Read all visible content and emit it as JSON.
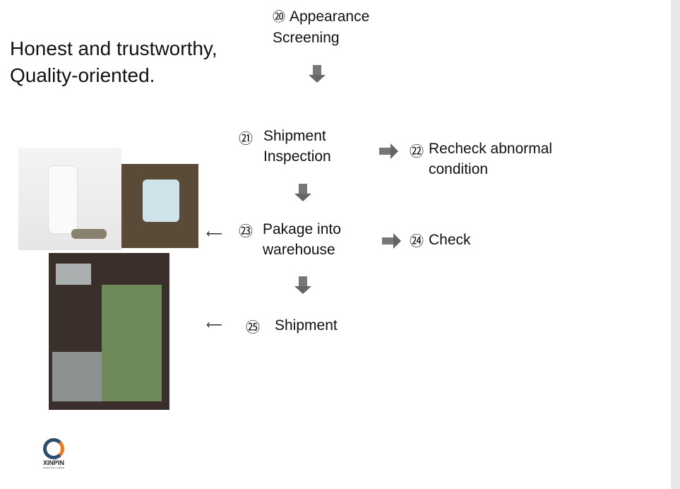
{
  "slogan": {
    "line1": "Honest and trustworthy,",
    "line2": "Quality-oriented."
  },
  "steps": [
    {
      "num": "⑳",
      "line1": "Appearance",
      "line2": "Screening"
    },
    {
      "num": "㉑",
      "line1": "Shipment",
      "line2": "Inspection"
    },
    {
      "num": "㉒",
      "line1": "Recheck abnormal",
      "line2": "condition"
    },
    {
      "num": "㉓",
      "line1": "Pakage into",
      "line2": "warehouse"
    },
    {
      "num": "㉔",
      "line1": "Check"
    },
    {
      "num": "㉕",
      "line1": "Shipment"
    }
  ],
  "arrows": {
    "left": "⟵"
  },
  "logo": {
    "name": "XINPIN",
    "sub": "CEMENTED CARBIDE"
  }
}
